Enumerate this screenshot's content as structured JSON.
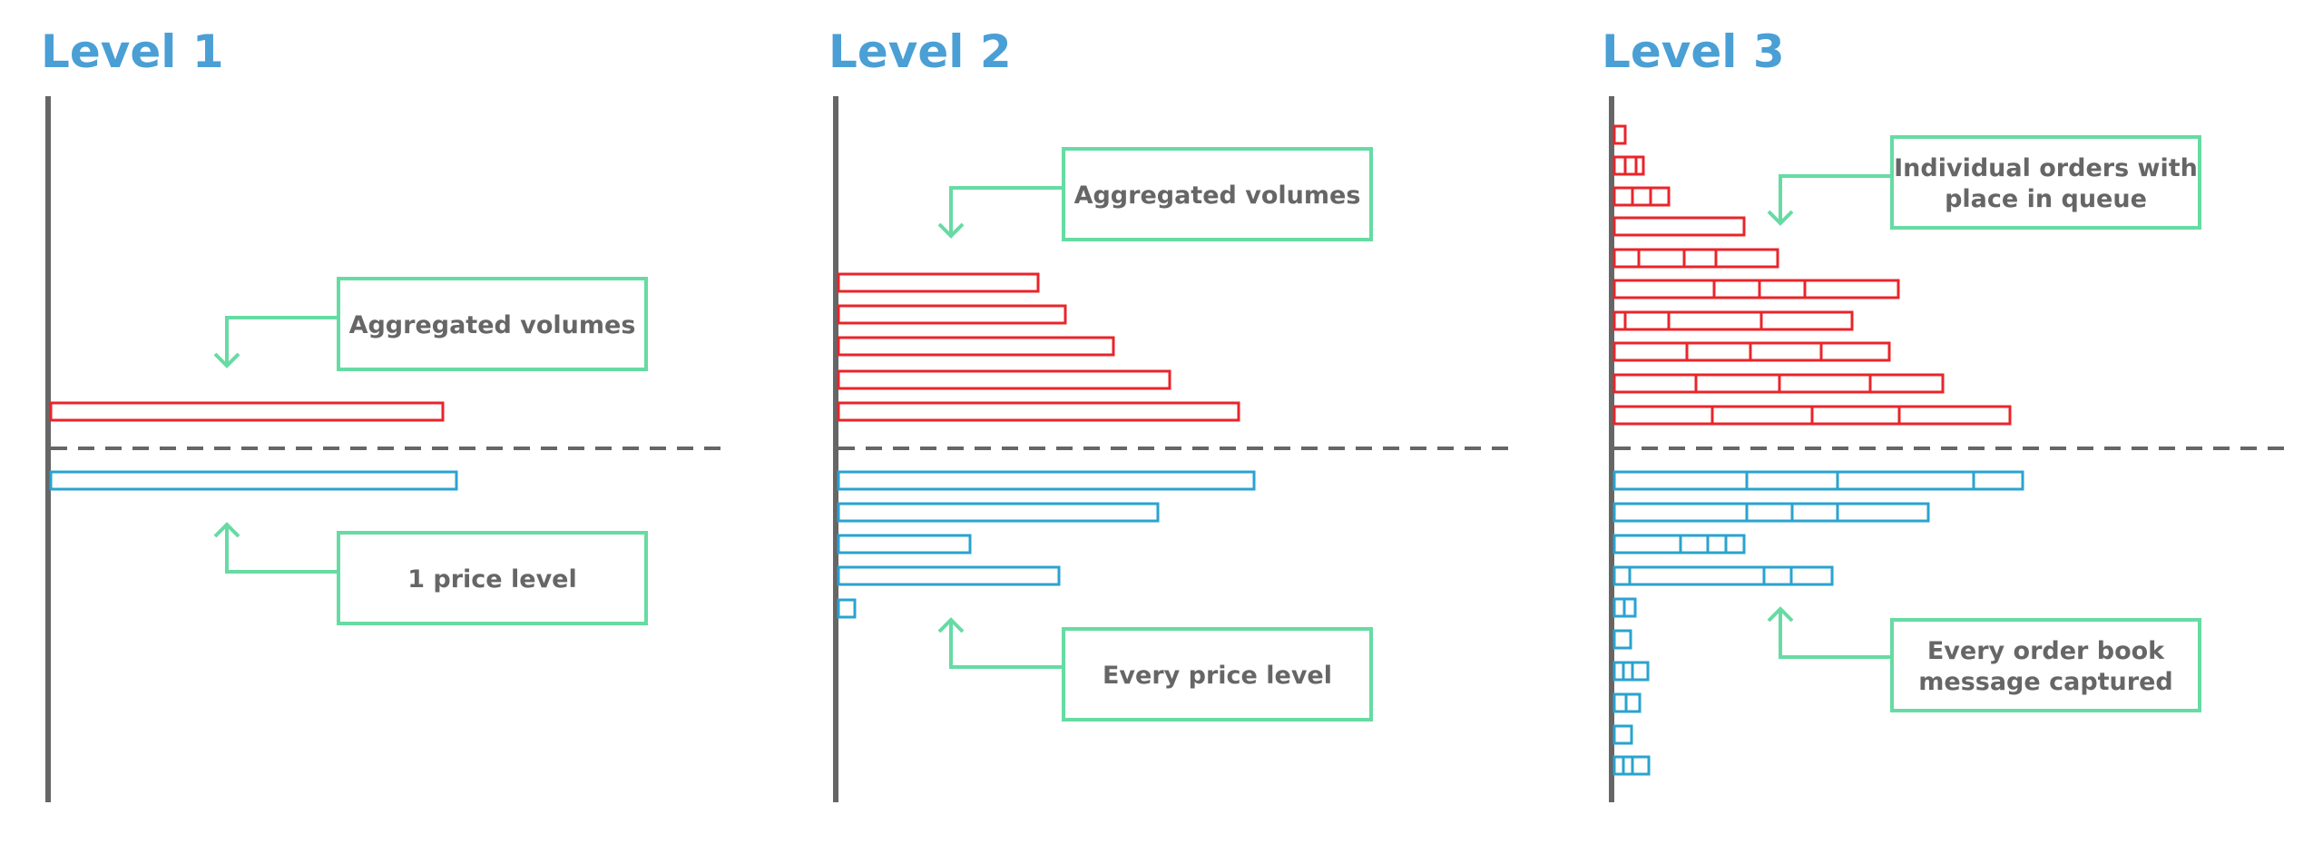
{
  "colors": {
    "title": "#4a9fd5",
    "axis": "#666666",
    "ask": "#e8252b",
    "bid": "#2aa3cf",
    "callout": "#66dba3",
    "callout_text": "#666666",
    "divider": "#666666"
  },
  "panels": [
    {
      "title": "Level 1",
      "asks": [
        [
          432
        ]
      ],
      "bids": [
        [
          447
        ]
      ],
      "callouts": [
        {
          "lines": [
            "Aggregated volumes"
          ],
          "arrow": "down"
        },
        {
          "lines": [
            "1 price level"
          ],
          "arrow": "up"
        }
      ]
    },
    {
      "title": "Level 2",
      "asks": [
        [
          220
        ],
        [
          250
        ],
        [
          303
        ],
        [
          365
        ],
        [
          441
        ]
      ],
      "bids": [
        [
          458
        ],
        [
          352
        ],
        [
          145
        ],
        [
          243
        ],
        [
          18
        ]
      ],
      "callouts": [
        {
          "lines": [
            "Aggregated volumes"
          ],
          "arrow": "down"
        },
        {
          "lines": [
            "Every price level"
          ],
          "arrow": "up"
        }
      ]
    },
    {
      "title": "Level 3",
      "asks": [
        [
          12
        ],
        [
          12,
          12,
          8
        ],
        [
          20,
          20,
          20
        ],
        [
          143
        ],
        [
          27,
          50,
          35,
          68
        ],
        [
          110,
          50,
          50,
          103
        ],
        [
          12,
          48,
          102,
          100
        ],
        [
          80,
          70,
          78,
          75
        ],
        [
          90,
          92,
          100,
          80
        ],
        [
          108,
          110,
          96,
          122
        ]
      ],
      "bids": [
        [
          146,
          100,
          150,
          54
        ],
        [
          146,
          50,
          50,
          100
        ],
        [
          73,
          30,
          20,
          20
        ],
        [
          17,
          148,
          30,
          45
        ],
        [
          11,
          12
        ],
        [
          18
        ],
        [
          10,
          10,
          17
        ],
        [
          13,
          15
        ],
        [
          19
        ],
        [
          10,
          10,
          18
        ]
      ],
      "callouts": [
        {
          "lines": [
            "Individual orders with",
            "place in queue"
          ],
          "arrow": "down"
        },
        {
          "lines": [
            "Every order book",
            "message captured"
          ],
          "arrow": "up"
        }
      ]
    }
  ]
}
